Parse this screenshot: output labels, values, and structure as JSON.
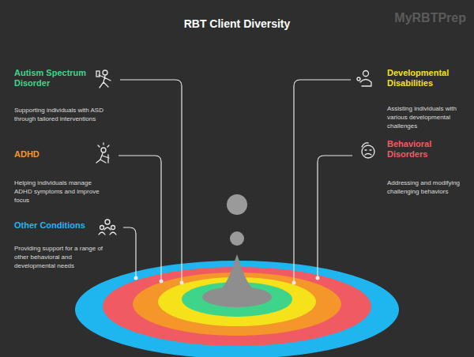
{
  "diagram": {
    "title": "RBT Client Diversity",
    "nodes": [
      {
        "text": [
          "Autism Spectrum Disorder",
          "Supporting individuals with ASD through tailored interventions"
        ]
      },
      {
        "text": [
          "Developmental Disabilities",
          "Assisting individuals with various developmental challenges"
        ]
      },
      {
        "text": [
          "ADHD",
          "Helping individuals manage ADHD symptoms and improve focus"
        ]
      },
      {
        "text": [
          "Behavioral Disorders",
          "Addressing and modifying challenging behaviors"
        ]
      },
      {
        "text": [
          "Other Conditions",
          "Providing support for a range of other behavioral and developmental needs"
        ]
      }
    ],
    "labels": [
      "MyRBTPrep"
    ]
  }
}
